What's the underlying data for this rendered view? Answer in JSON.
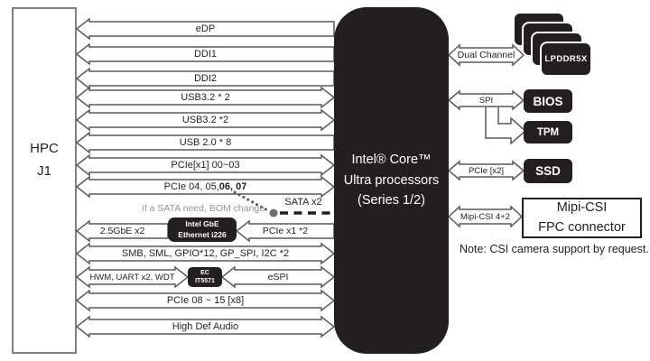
{
  "hpc": {
    "line1": "HPC",
    "line2": "J1"
  },
  "processor": {
    "line1": "Intel® Core™",
    "line2": "Ultra processors",
    "line3": "(Series 1/2)"
  },
  "buses": {
    "edp": "eDP",
    "ddi1": "DDI1",
    "ddi2": "DDI2",
    "usb32_a": "USB3.2 * 2",
    "usb32_b": "USB3.2 *2",
    "usb20": "USB 2.0 * 8",
    "pcie_00_03": "PCIe[x1] 00~03",
    "pcie_04_07_normal": "PCIe 04, 05, ",
    "pcie_04_07_bold": "06, 07",
    "sata": "SATA x2",
    "gbe": "2.5GbE x2",
    "pcie_x1": "PCIe x1 *2",
    "smb": "SMB, SML, GPIO*12, GP_SPI, I2C *2",
    "hwm": "HWM, UART x2, WDT",
    "espi": "eSPI",
    "pcie_08_15": "PCIe 08 ~ 15 [x8]",
    "hda": "High Def Audio",
    "dual_channel": "Dual Channel",
    "spi": "SPI",
    "pcie_x2": "PCIe [x2]",
    "mipi": "Mipi-CSI 4+2"
  },
  "chips": {
    "ethernet": {
      "line1": "Intel GbE",
      "line2": "Ethernet i226"
    },
    "ec": {
      "line1": "EC",
      "line2": "IT5571"
    },
    "lpddr": "LPDDR5X",
    "bios": "BIOS",
    "tpm": "TPM",
    "ssd": "SSD",
    "fpc": {
      "line1": "Mipi-CSI",
      "line2": "FPC connector"
    }
  },
  "annotations": {
    "sata_note": "If a SATA need, BOM change",
    "csi_note": "Note: CSI camera support by request."
  },
  "colors": {
    "block_black": "#231f20",
    "line_gray": "#58595b",
    "note_gray": "#939598",
    "border_gray": "#808080"
  }
}
